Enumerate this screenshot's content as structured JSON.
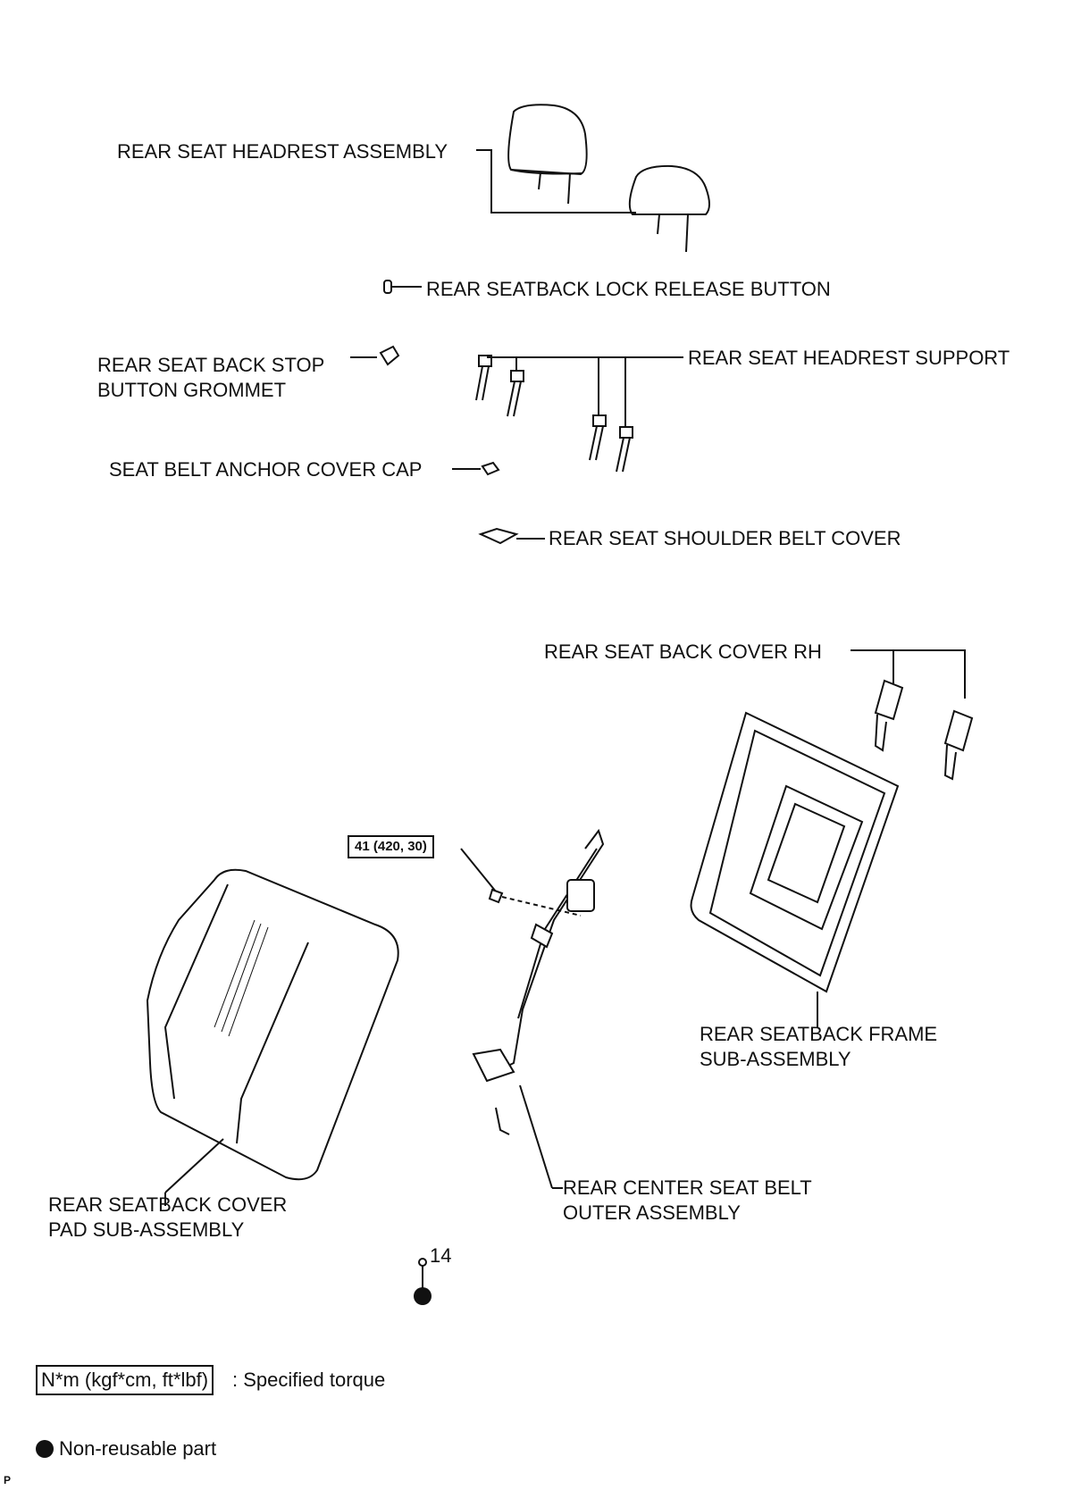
{
  "labels": {
    "headrest": "REAR SEAT HEADREST ASSEMBLY",
    "lock_release": "REAR SEATBACK LOCK RELEASE BUTTON",
    "stop_grommet_1": "REAR SEAT BACK STOP",
    "stop_grommet_2": "BUTTON GROMMET",
    "headrest_support": "REAR SEAT HEADREST SUPPORT",
    "anchor_cap": "SEAT BELT ANCHOR COVER CAP",
    "shoulder_cover": "REAR SEAT SHOULDER BELT COVER",
    "back_cover_rh": "REAR SEAT BACK COVER RH",
    "frame_1": "REAR SEATBACK FRAME",
    "frame_2": "SUB-ASSEMBLY",
    "belt_1": "REAR CENTER SEAT BELT",
    "belt_2": "OUTER ASSEMBLY",
    "pad_1": "REAR SEATBACK COVER",
    "pad_2": "PAD SUB-ASSEMBLY",
    "hog_ring_count": "14"
  },
  "torque": "41 (420, 30)",
  "legend": {
    "torque_box": "N*m (kgf*cm, ft*lbf)",
    "torque_text": ": Specified torque",
    "nonreusable_text": "Non-reusable part"
  },
  "footer": "P"
}
